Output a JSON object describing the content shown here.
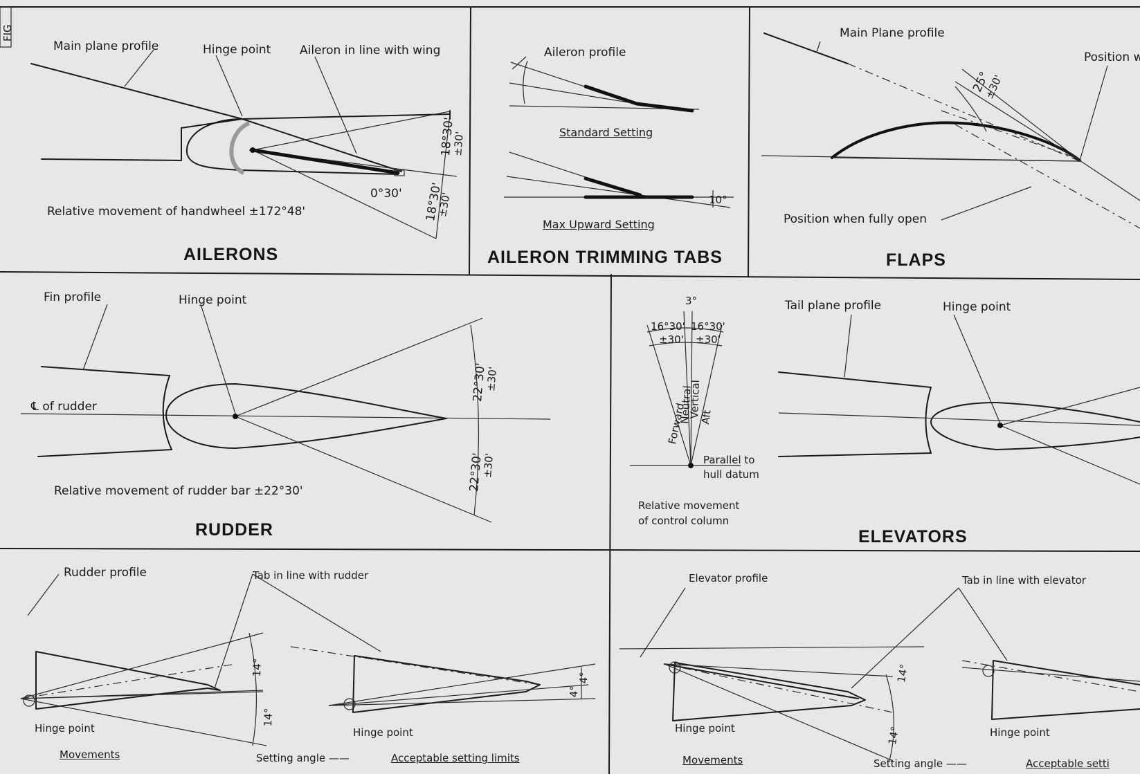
{
  "corner_label": "FIG",
  "ailerons": {
    "title": "AILERONS",
    "main_plane_profile": "Main plane profile",
    "hinge_point": "Hinge point",
    "aileron_in_line": "Aileron in line with wing",
    "angle_up": "18°30'",
    "tol_up": "±30'",
    "angle_down": "18°30'",
    "tol_down": "±30'",
    "angle_small": "0°30'",
    "relative_movement": "Relative movement of handwheel ±172°48'"
  },
  "trim_tabs": {
    "title": "AILERON TRIMMING TABS",
    "aileron_profile": "Aileron profile",
    "standard_setting": "Standard Setting",
    "max_upward_setting": "Max Upward Setting",
    "angle": "10°"
  },
  "flaps": {
    "title": "FLAPS",
    "main_plane_profile": "Main Plane profile",
    "position_partial": "Position w",
    "angle": "25°",
    "tol": "±30'",
    "fully_open": "Position when fully open"
  },
  "rudder": {
    "title": "RUDDER",
    "fin_profile": "Fin profile",
    "hinge_point": "Hinge point",
    "centre_line": "℄ of rudder",
    "angle_up": "22°30'",
    "tol_up": "±30'",
    "angle_down": "22°30'",
    "tol_down": "±30'",
    "relative_movement": "Relative movement of rudder bar ±22°30'"
  },
  "control_column": {
    "angle_top": "3°",
    "left_angle": "16°30'",
    "left_tol": "±30'",
    "right_angle": "16°30'",
    "right_tol": "±30'",
    "forward": "Forward",
    "neutral": "Neutral",
    "vertical": "Vertical",
    "aft": "Aft",
    "parallel": "Parallel to",
    "hull_datum": "hull datum",
    "relative_movement_1": "Relative movement",
    "relative_movement_2": "of control column"
  },
  "elevators": {
    "title": "ELEVATORS",
    "tail_plane_profile": "Tail plane profile",
    "hinge_point": "Hinge point"
  },
  "rudder_tab": {
    "rudder_profile": "Rudder profile",
    "tab_in_line": "Tab in line with rudder",
    "hinge_point_1": "Hinge point",
    "hinge_point_2": "Hinge point",
    "movements": "Movements",
    "setting_angle": "Setting angle ——",
    "acceptable": "Acceptable setting limits",
    "angle_1": "14°",
    "angle_2": "14°",
    "angle_3": "4°",
    "angle_4": "4°"
  },
  "elevator_tab": {
    "elevator_profile": "Elevator profile",
    "tab_in_line": "Tab in line with elevator",
    "hinge_point_1": "Hinge point",
    "hinge_point_2": "Hinge point",
    "movements": "Movements",
    "setting_angle": "Setting angle ——",
    "acceptable": "Acceptable setti",
    "angle_1": "14°",
    "angle_2": "14°"
  }
}
